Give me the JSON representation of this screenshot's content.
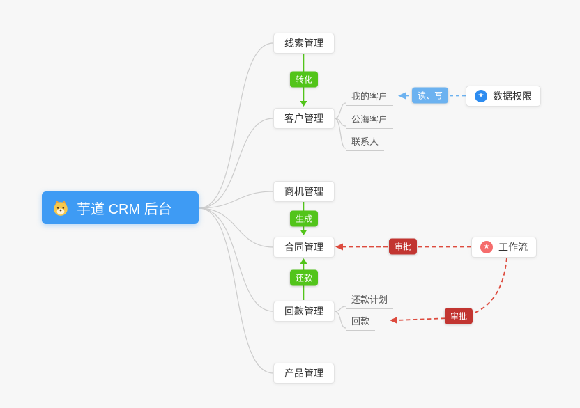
{
  "colors": {
    "background": "#f7f7f7",
    "central_node_blue": "#3e9bf4",
    "green_edge": "#52c41a",
    "red_badge": "#c23531",
    "red_dash": "#dd4b3e",
    "blue_badge": "#6cb2f0",
    "node_border": "#e3e3e3",
    "node_text": "#333333",
    "curve_gray": "#cccccc",
    "star_icon_blue": "#2d8cf0",
    "star_icon_red": "#f56c6c"
  },
  "icons": {
    "dog": "dog-face-icon",
    "star": "★"
  },
  "central": {
    "label": "芋道 CRM 后台"
  },
  "modules": [
    {
      "id": "lead",
      "label": "线索管理"
    },
    {
      "id": "customer",
      "label": "客户管理"
    },
    {
      "id": "business",
      "label": "商机管理"
    },
    {
      "id": "contract",
      "label": "合同管理"
    },
    {
      "id": "receivable",
      "label": "回款管理"
    },
    {
      "id": "product",
      "label": "产品管理"
    }
  ],
  "customer_children": [
    "我的客户",
    "公海客户",
    "联系人"
  ],
  "receivable_children": [
    "还款计划",
    "回款"
  ],
  "side_nodes": [
    {
      "id": "data-permission",
      "label": "数据权限"
    },
    {
      "id": "workflow",
      "label": "工作流"
    }
  ],
  "edge_labels": {
    "convert": "转化",
    "generate": "生成",
    "repay": "还款",
    "read_write": "读、写",
    "approve_contract": "审批",
    "approve_receivable": "审批"
  }
}
